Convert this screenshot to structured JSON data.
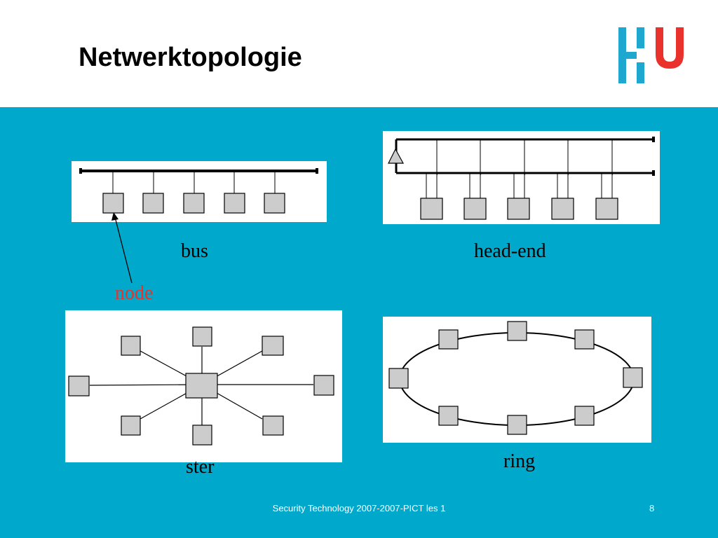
{
  "slide": {
    "title": "Netwerktopologie",
    "footer": "Security Technology 2007-2007-PICT les 1",
    "page_number": "8"
  },
  "logo": {
    "name": "hu-logo",
    "colors": {
      "bars": "#1ea8cf",
      "u": "#e8322b"
    }
  },
  "colors": {
    "background": "#00a9cc",
    "node_fill": "#cccccc",
    "node_label": "#e8322b"
  },
  "diagrams": {
    "bus": {
      "label": "bus",
      "node_count": 5
    },
    "head_end": {
      "label": "head-end",
      "node_count": 5
    },
    "star": {
      "label": "ster",
      "node_count": 8
    },
    "ring": {
      "label": "ring",
      "node_count": 8
    }
  },
  "annotation": {
    "label": "node"
  }
}
